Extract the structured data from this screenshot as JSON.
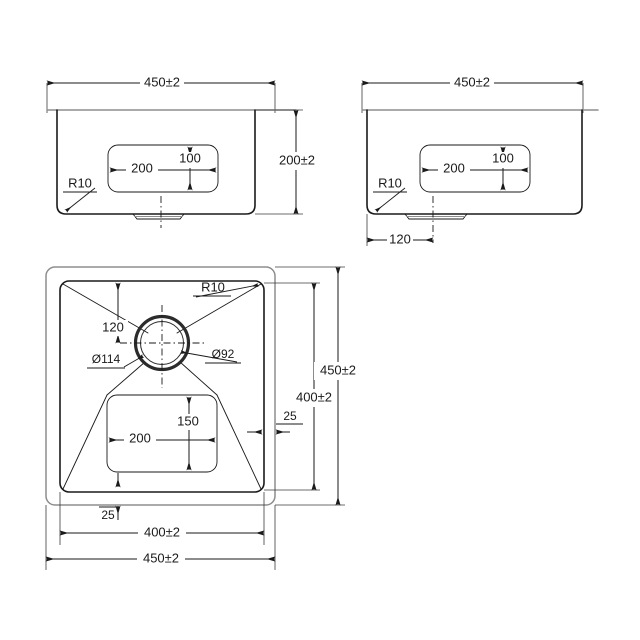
{
  "drawing": {
    "title": "Sink technical drawing",
    "units_note": "",
    "line_color": "#1a1a1a",
    "soft_line_color": "#8d8d8d",
    "background": "#ffffff"
  },
  "views": {
    "front_elevation": {
      "name": "front-elevation-view",
      "width_dim": "450±2",
      "height_dim": "200±2",
      "corner_radius_label": "R10",
      "inner_rect_width": "200",
      "inner_rect_height": "100"
    },
    "side_elevation": {
      "name": "side-elevation-view",
      "width_dim": "450±2",
      "corner_radius_label": "R10",
      "inner_rect_width": "200",
      "inner_rect_height": "100",
      "drain_offset_dim": "120"
    },
    "plan": {
      "name": "plan-view",
      "corner_radius_label": "R10",
      "drain_from_top_dim": "120",
      "drain_outer_dia": "Ø114",
      "drain_inner_dia": "Ø92",
      "base_rect_width": "200",
      "base_rect_height": "150",
      "rim_offset_right": "25",
      "rim_offset_bottom": "25",
      "inner_width_dim": "400±2",
      "outer_width_dim": "450±2",
      "inner_height_dim": "400±2",
      "outer_height_dim": "450±2"
    }
  }
}
